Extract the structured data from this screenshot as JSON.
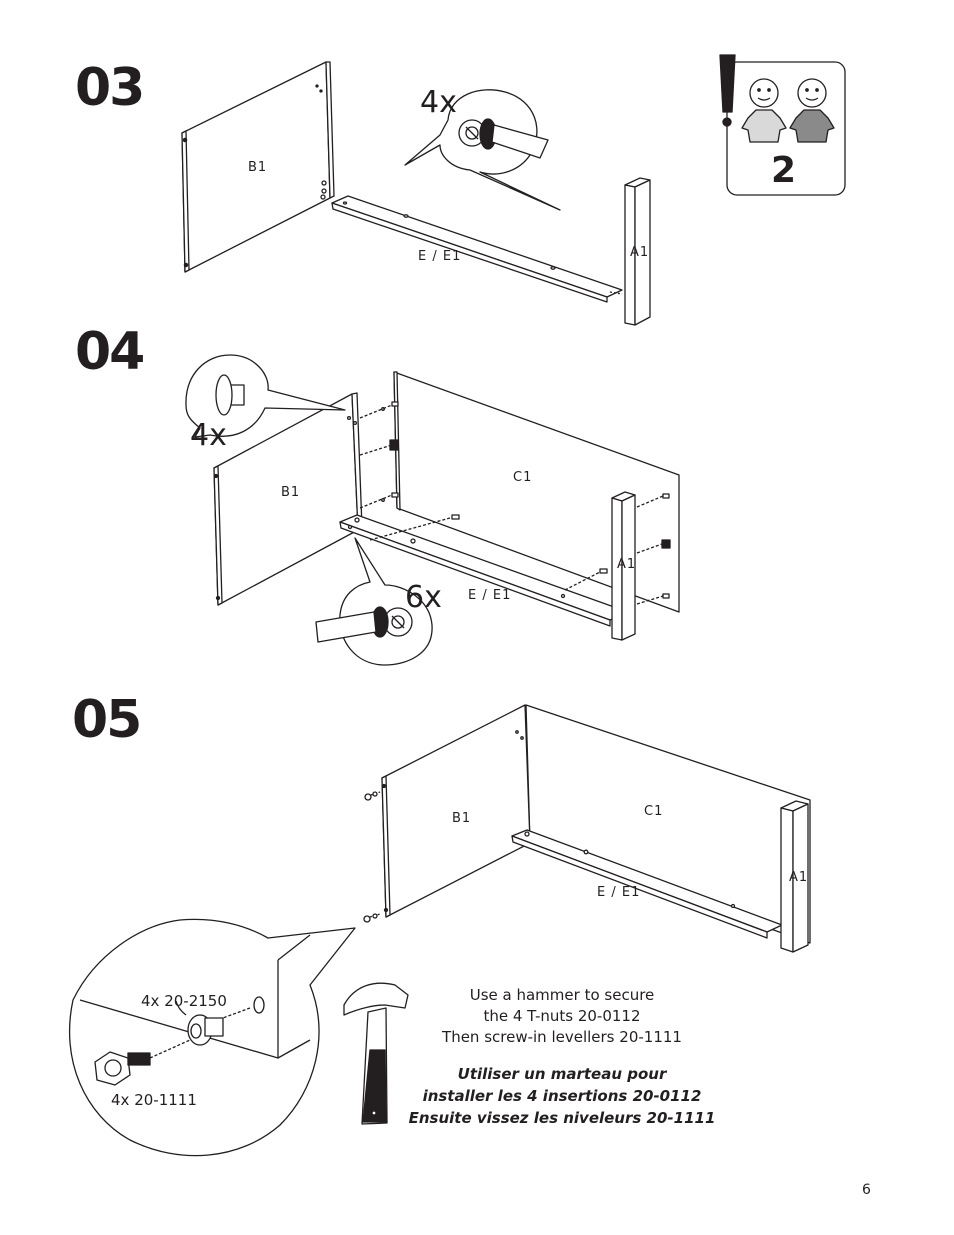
{
  "steps": [
    {
      "number": "03",
      "labels": {
        "panel_b": "B1",
        "rail": "E / E1",
        "side": "A1"
      },
      "quantity": "4x"
    },
    {
      "number": "04",
      "labels": {
        "panel_b": "B1",
        "panel_c": "C1",
        "rail": "E / E1",
        "side": "A1"
      },
      "quantity_top": "4x",
      "quantity_bottom": "6x"
    },
    {
      "number": "05",
      "labels": {
        "panel_b": "B1",
        "panel_c": "C1",
        "rail": "E / E1",
        "side": "A1"
      },
      "parts": {
        "tnut": "4x  20-2150",
        "leveller": "4x  20-1111"
      }
    }
  ],
  "people_badge": {
    "count": "2"
  },
  "instructions": {
    "en": [
      "Use a hammer to secure",
      "the 4  T-nuts 20-0112",
      "Then screw-in levellers 20-1111"
    ],
    "fr": [
      "Utiliser un marteau pour",
      "installer les 4 insertions 20-0112",
      "Ensuite vissez les niveleurs 20-1111"
    ]
  },
  "page_number": "6",
  "icons": [
    "two-person-icon",
    "screwdriver-icon",
    "cam-lock-icon",
    "hammer-icon",
    "wooden-dowel-icon",
    "leveller-icon",
    "t-nut-icon"
  ]
}
